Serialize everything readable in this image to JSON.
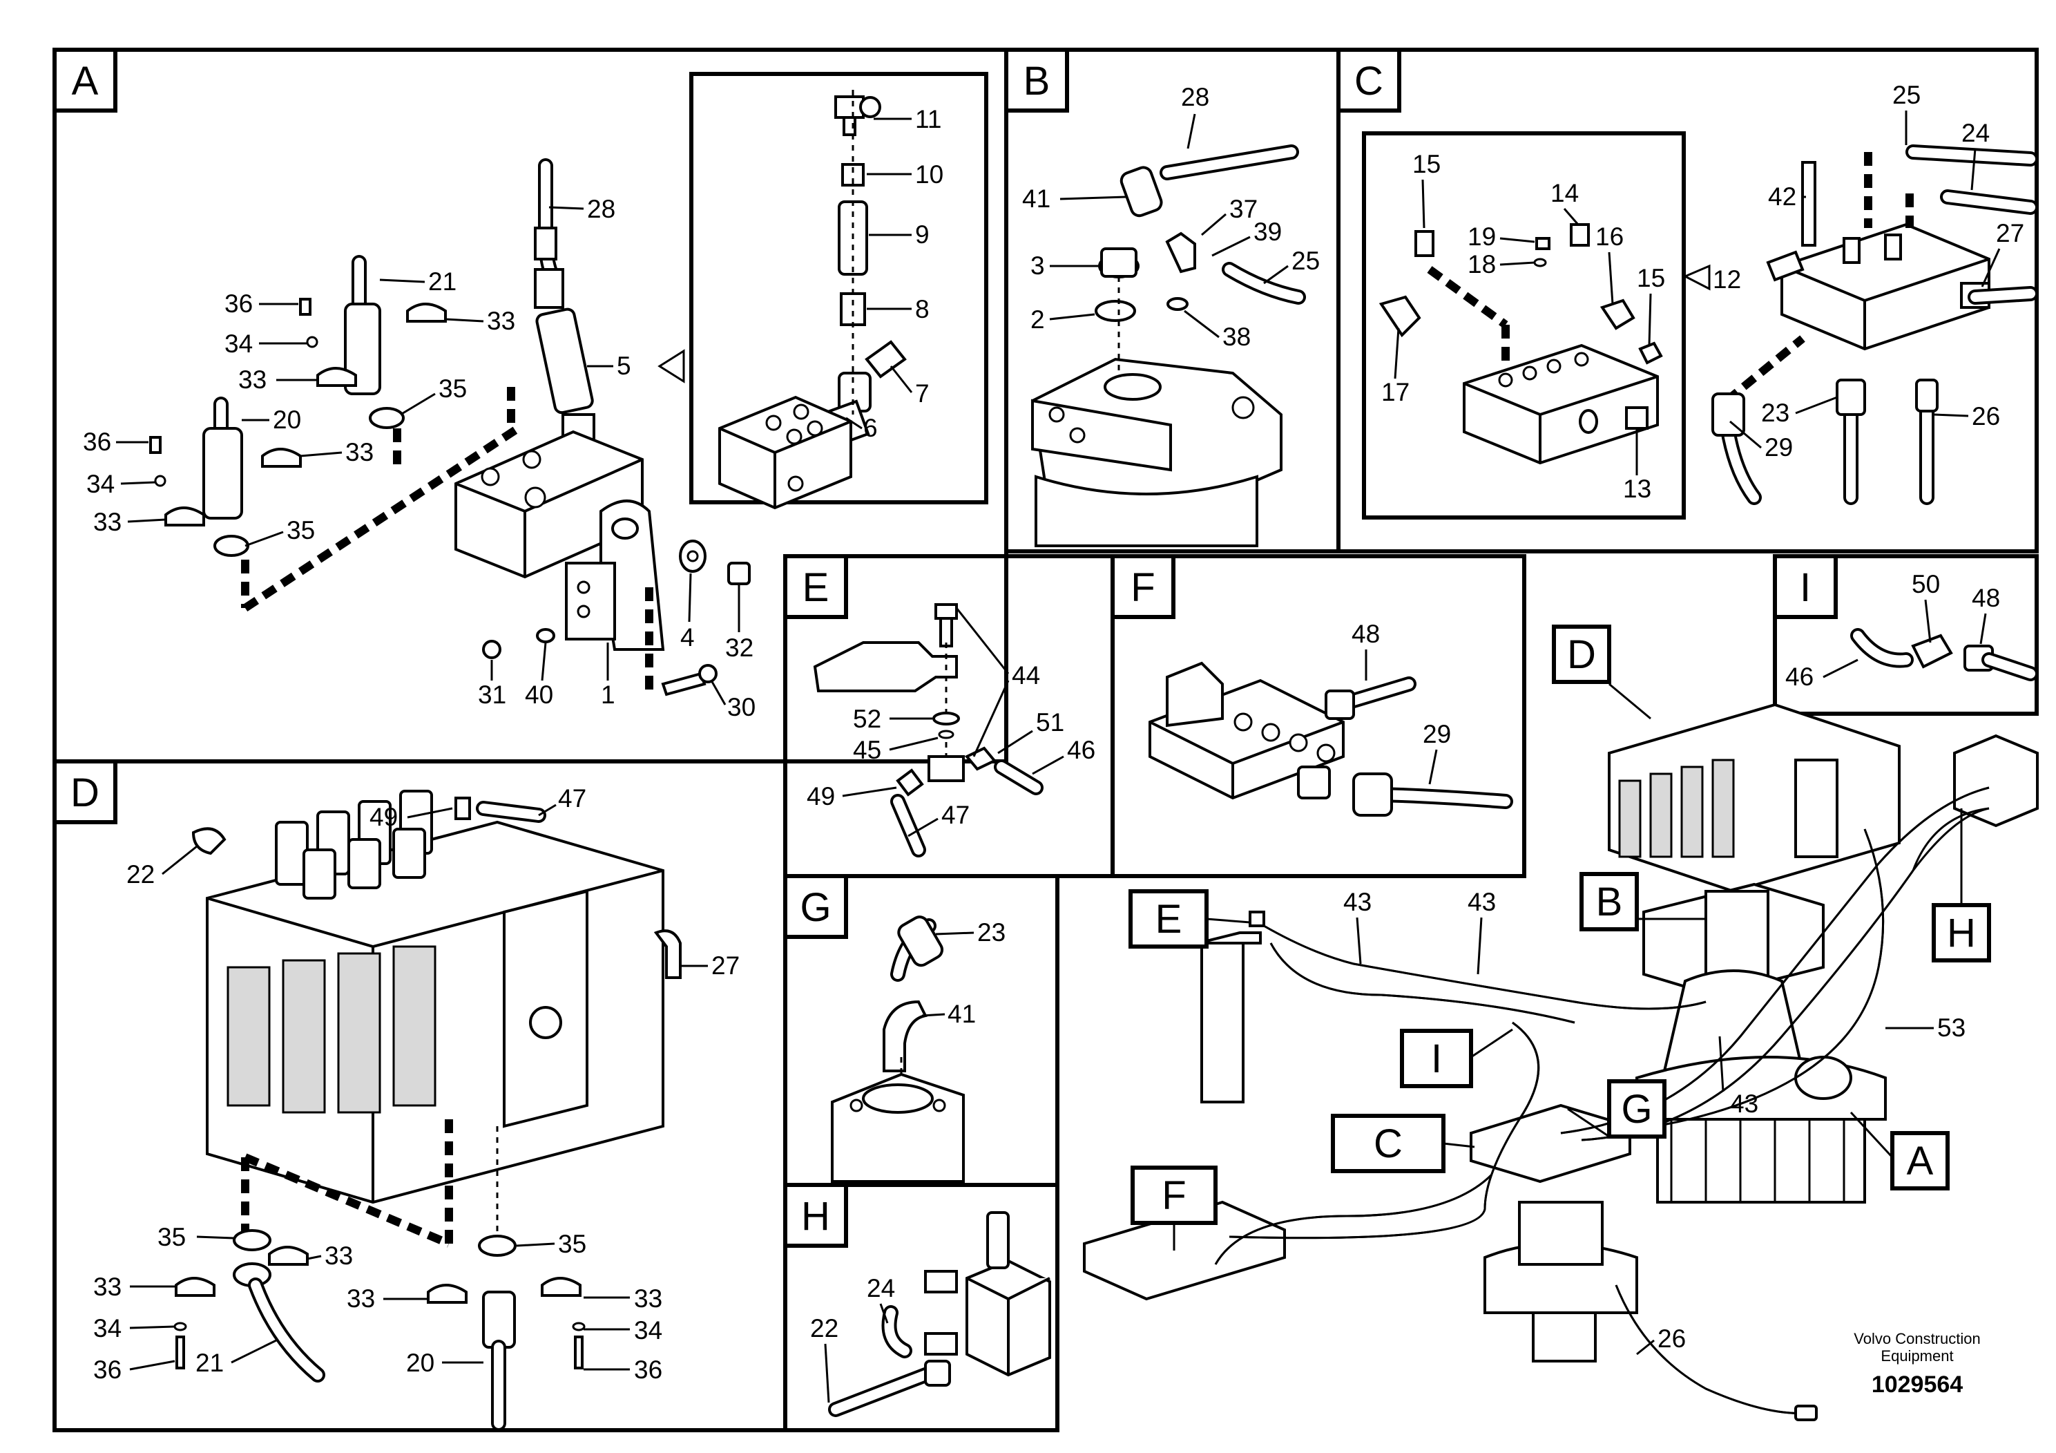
{
  "panels": [
    {
      "id": "A",
      "label": "A"
    },
    {
      "id": "B",
      "label": "B"
    },
    {
      "id": "C",
      "label": "C"
    },
    {
      "id": "D",
      "label": "D"
    },
    {
      "id": "E",
      "label": "E"
    },
    {
      "id": "F",
      "label": "F"
    },
    {
      "id": "G",
      "label": "G"
    },
    {
      "id": "H",
      "label": "H"
    },
    {
      "id": "I",
      "label": "I"
    }
  ],
  "callouts": {
    "A": [
      "11",
      "10",
      "9",
      "8",
      "7",
      "6",
      "28",
      "21",
      "36",
      "34",
      "33",
      "33",
      "35",
      "5",
      "36",
      "20",
      "34",
      "33",
      "33",
      "35",
      "4",
      "32",
      "31",
      "40",
      "1",
      "30"
    ],
    "B": [
      "28",
      "41",
      "37",
      "39",
      "25",
      "3",
      "2",
      "38"
    ],
    "C": [
      "25",
      "24",
      "42",
      "27",
      "15",
      "14",
      "19",
      "16",
      "18",
      "15",
      "12",
      "17",
      "13",
      "23",
      "26",
      "29"
    ],
    "D": [
      "49",
      "47",
      "22",
      "27",
      "35",
      "33",
      "35",
      "33",
      "33",
      "33",
      "34",
      "34",
      "36",
      "21",
      "20",
      "36"
    ],
    "E": [
      "44",
      "52",
      "45",
      "51",
      "46",
      "49",
      "47"
    ],
    "F": [
      "48",
      "29"
    ],
    "G": [
      "23",
      "41"
    ],
    "H": [
      "24",
      "22"
    ],
    "I": [
      "50",
      "48",
      "46"
    ],
    "overview": [
      "43",
      "43",
      "43",
      "53",
      "26"
    ]
  },
  "overview_tags": [
    "D",
    "B",
    "H",
    "E",
    "I",
    "G",
    "C",
    "A",
    "F"
  ],
  "footer": {
    "brand_line1": "Volvo Construction",
    "brand_line2": "Equipment",
    "drawing_number": "1029564"
  }
}
